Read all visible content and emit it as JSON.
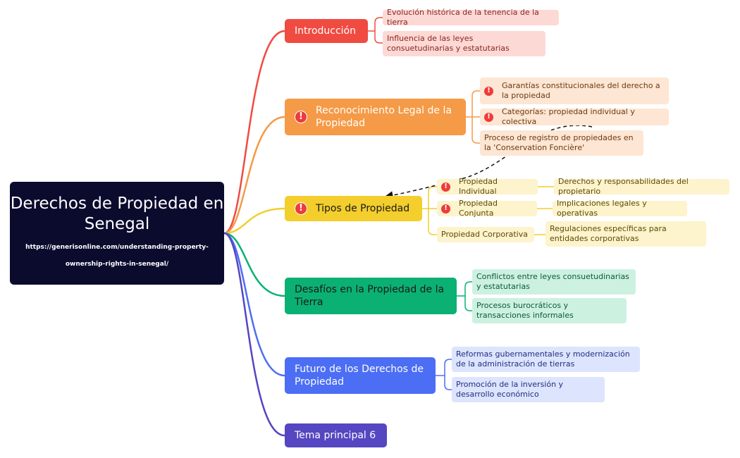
{
  "root": {
    "title": "Derechos de Propiedad en Senegal",
    "url": "https://generisonline.com/understanding-property-ownership-rights-in-senegal/"
  },
  "colors": {
    "red": "#f04b41",
    "orange": "#f59a47",
    "yellow": "#f3ce2c",
    "green": "#0ab173",
    "blue": "#4c6ef5",
    "purple": "#5546c1",
    "alert": "#ee3b3b"
  },
  "topics": [
    {
      "label": "Introducción",
      "subtopics": [
        {
          "label": "Evolución histórica de la tenencia de la tierra"
        },
        {
          "label": "Influencia de las leyes consuetudinarias y estatutarias"
        }
      ]
    },
    {
      "label": "Reconocimiento Legal de la Propiedad",
      "subtopics": [
        {
          "label": "Garantías constitucionales del derecho a la propiedad"
        },
        {
          "label": "Categorías: propiedad individual y colectiva"
        },
        {
          "label": "Proceso de registro de propiedades en la 'Conservation Foncière'"
        }
      ]
    },
    {
      "label": "Tipos de Propiedad",
      "subtopics": [
        {
          "label": "Propiedad Individual",
          "detail": "Derechos y responsabilidades del propietario"
        },
        {
          "label": "Propiedad Conjunta",
          "detail": "Implicaciones legales y operativas"
        },
        {
          "label": "Propiedad Corporativa",
          "detail": "Regulaciones específicas para entidades corporativas"
        }
      ]
    },
    {
      "label": "Desafíos en la Propiedad de la Tierra",
      "subtopics": [
        {
          "label": "Conflictos entre leyes consuetudinarias y estatutarias"
        },
        {
          "label": "Procesos burocráticos y transacciones informales"
        }
      ]
    },
    {
      "label": "Futuro de los Derechos de Propiedad",
      "subtopics": [
        {
          "label": "Reformas gubernamentales y modernización de la administración de tierras"
        },
        {
          "label": "Promoción de la inversión y desarrollo económico"
        }
      ]
    },
    {
      "label": "Tema principal 6",
      "subtopics": []
    }
  ],
  "icons": {
    "alert": "exclamation-alert-icon",
    "alert_glyph": "!"
  }
}
